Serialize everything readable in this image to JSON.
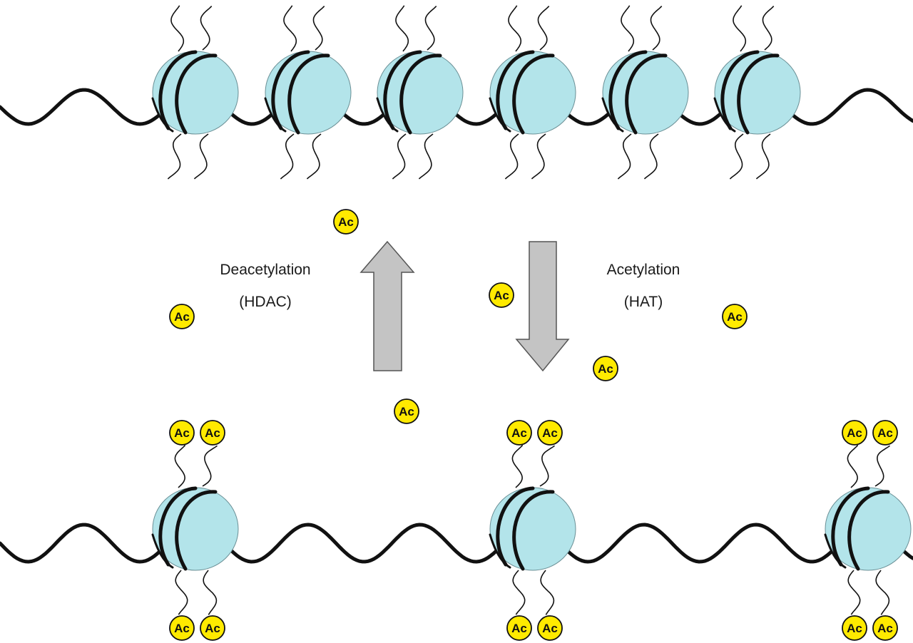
{
  "labels": {
    "deacetylation": "Deacetylation",
    "hdac": "(HDAC)",
    "acetylation": "Acetylation",
    "hat": "(HAT)"
  },
  "acetyl_group": {
    "text": "Ac"
  },
  "colors": {
    "histone_fill": "#b3e4ea",
    "dna_strand": "#111111",
    "acetyl_fill": "#ffea00",
    "arrow_fill": "#c4c4c4"
  }
}
